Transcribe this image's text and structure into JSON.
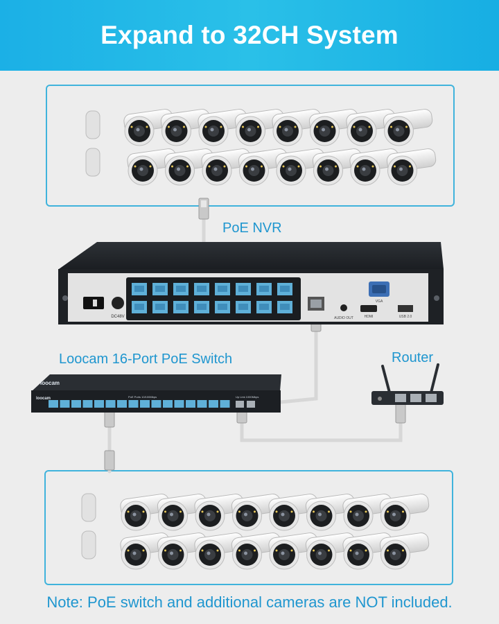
{
  "banner": {
    "title": "Expand to 32CH System"
  },
  "labels": {
    "nvr": "PoE NVR",
    "switch": "Loocam 16-Port PoE Switch",
    "router": "Router"
  },
  "nvr": {
    "power_label": "DC48V",
    "audio_label": "AUDIO OUT",
    "hdmi_label": "HDMI",
    "vga_label": "VGA",
    "usb_label": "USB 2.0"
  },
  "switch": {
    "brand": "loocam",
    "model_text": "PoE Ports 10/100Mbps",
    "uplink_text": "Up Link 1000Mbps"
  },
  "note": "Note: PoE switch and additional cameras are NOT included.",
  "colors": {
    "accent": "#1f96cf",
    "banner": "#1bb0e6",
    "port": "#5fb0d8"
  },
  "cameras": {
    "top_rows": 2,
    "bottom_rows": 2,
    "per_row": 8
  }
}
